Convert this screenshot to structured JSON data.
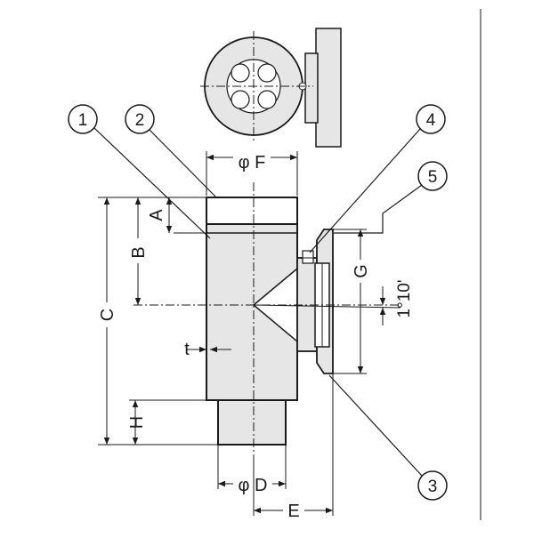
{
  "balloons": [
    "1",
    "2",
    "3",
    "4",
    "5"
  ],
  "dimensions": {
    "F": "φ F",
    "D": "φ D",
    "A": "A",
    "B": "B",
    "C": "C",
    "H": "H",
    "t": "t",
    "G": "G",
    "E": "E",
    "angle": "1°10'"
  },
  "colors": {
    "line": "#1a1a1a",
    "body_fill": "#e6e6e6"
  }
}
